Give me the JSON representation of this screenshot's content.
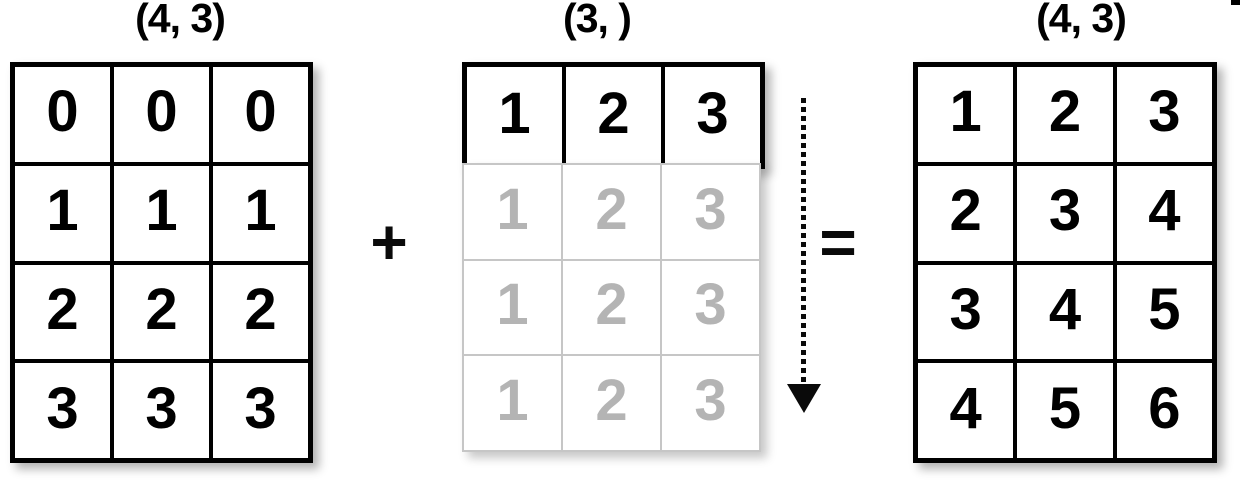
{
  "matrices": {
    "left": {
      "shape": "(4, 3)",
      "rows": [
        [
          "0",
          "0",
          "0"
        ],
        [
          "1",
          "1",
          "1"
        ],
        [
          "2",
          "2",
          "2"
        ],
        [
          "3",
          "3",
          "3"
        ]
      ]
    },
    "middle": {
      "shape": "(3, )",
      "active_row": [
        "1",
        "2",
        "3"
      ],
      "broadcast_rows": [
        [
          "1",
          "2",
          "3"
        ],
        [
          "1",
          "2",
          "3"
        ],
        [
          "1",
          "2",
          "3"
        ]
      ]
    },
    "right": {
      "shape": "(4, 3)",
      "rows": [
        [
          "1",
          "2",
          "3"
        ],
        [
          "2",
          "3",
          "4"
        ],
        [
          "3",
          "4",
          "5"
        ],
        [
          "4",
          "5",
          "6"
        ]
      ]
    }
  },
  "operators": {
    "plus": "+",
    "equals": "="
  },
  "icons": {
    "broadcast_arrow": "dotted-down-arrow"
  },
  "colors": {
    "ink": "#000000",
    "ghost_text": "#b4b4b4",
    "ghost_line": "#c6c6c6",
    "background": "#ffffff"
  }
}
